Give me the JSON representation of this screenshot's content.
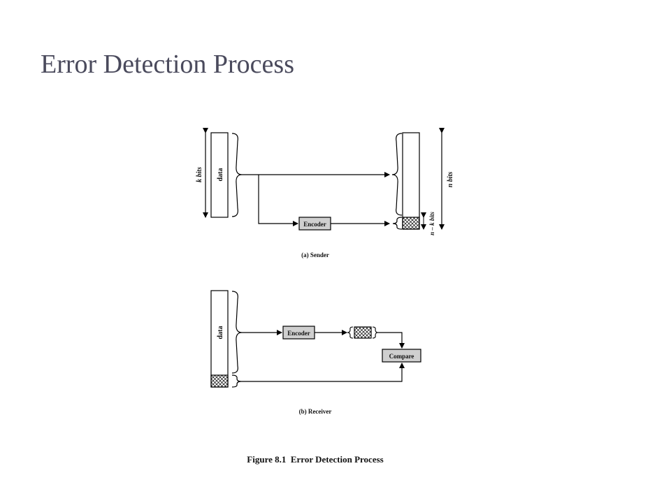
{
  "slide": {
    "title": "Error Detection Process"
  },
  "figure": {
    "sender": {
      "caption": "(a) Sender",
      "data_label": "data",
      "encoder_label": "Encoder",
      "k_label": "k bits",
      "n_label": "n bits",
      "nk_label": "n – k bits"
    },
    "receiver": {
      "caption": "(b) Receiver",
      "data_label": "data",
      "encoder_label": "Encoder",
      "compare_label": "Compare"
    },
    "caption": "Figure 8.1  Error Detection Process"
  },
  "colors": {
    "title": "#4a4a5c",
    "box_fill": "#cfcfcf",
    "line": "#000000"
  }
}
